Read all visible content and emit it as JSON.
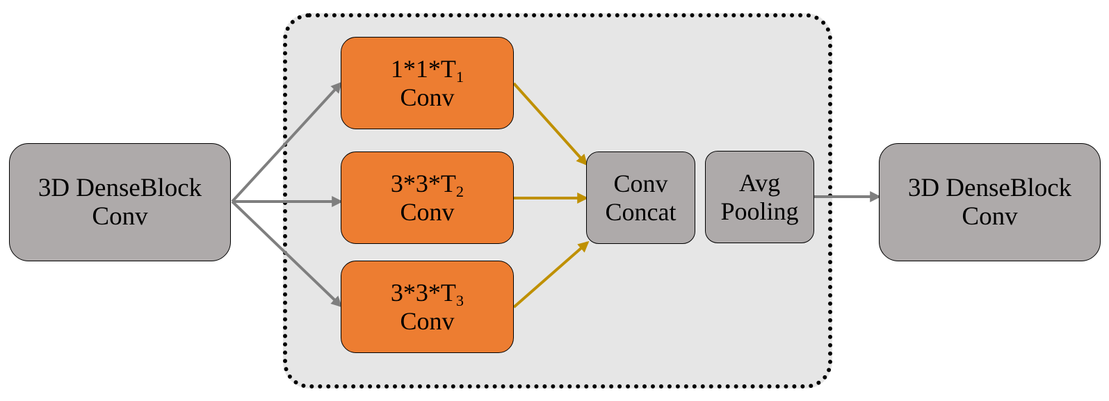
{
  "colors": {
    "gray_box": "#aeaaaa",
    "orange_box": "#ed7d31",
    "region_fill": "#e6e6e6",
    "gray_arrow": "#7f7f7f",
    "gold_arrow": "#bf9000"
  },
  "input_block": {
    "line1": "3D DenseBlock",
    "line2": "Conv"
  },
  "output_block": {
    "line1": "3D DenseBlock",
    "line2": "Conv"
  },
  "branches": [
    {
      "kernel": "1*1*T",
      "sub": "1",
      "op": "Conv"
    },
    {
      "kernel": "3*3*T",
      "sub": "2",
      "op": "Conv"
    },
    {
      "kernel": "3*3*T",
      "sub": "3",
      "op": "Conv"
    }
  ],
  "concat": {
    "line1": "Conv",
    "line2": "Concat"
  },
  "pool": {
    "line1": "Avg",
    "line2": "Pooling"
  }
}
